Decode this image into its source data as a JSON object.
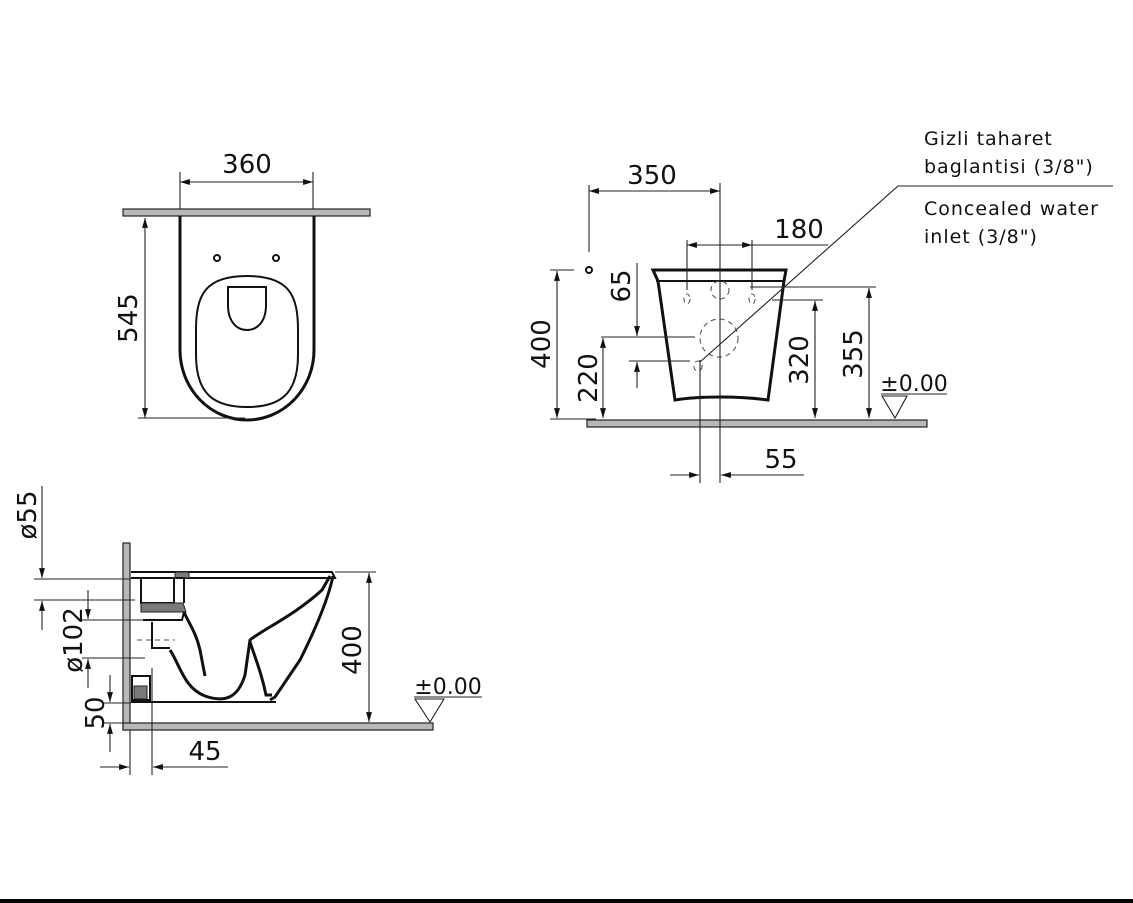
{
  "drawing": {
    "title": "Wall-hung WC technical drawing",
    "colors": {
      "line": "#111111",
      "wall_fill": "#b8b8b8",
      "dark_fill": "#7a7a7a",
      "background": "#ffffff"
    },
    "top_view": {
      "width_dim": "360",
      "depth_dim": "545"
    },
    "front_view": {
      "dim_350": "350",
      "dim_180": "180",
      "dim_65": "65",
      "dim_400": "400",
      "dim_220": "220",
      "dim_320": "320",
      "dim_355": "355",
      "dim_55": "55",
      "floor_level": "±0.00"
    },
    "side_view": {
      "dim_d55": "ø55",
      "dim_d102": "ø102",
      "dim_50": "50",
      "dim_45": "45",
      "dim_400": "400",
      "floor_level": "±0.00"
    },
    "note": {
      "line1_tr": "Gizli taharet",
      "line2_tr": "baglantisi (3/8\")",
      "line1_en": "Concealed water",
      "line2_en": "inlet (3/8\")"
    }
  }
}
